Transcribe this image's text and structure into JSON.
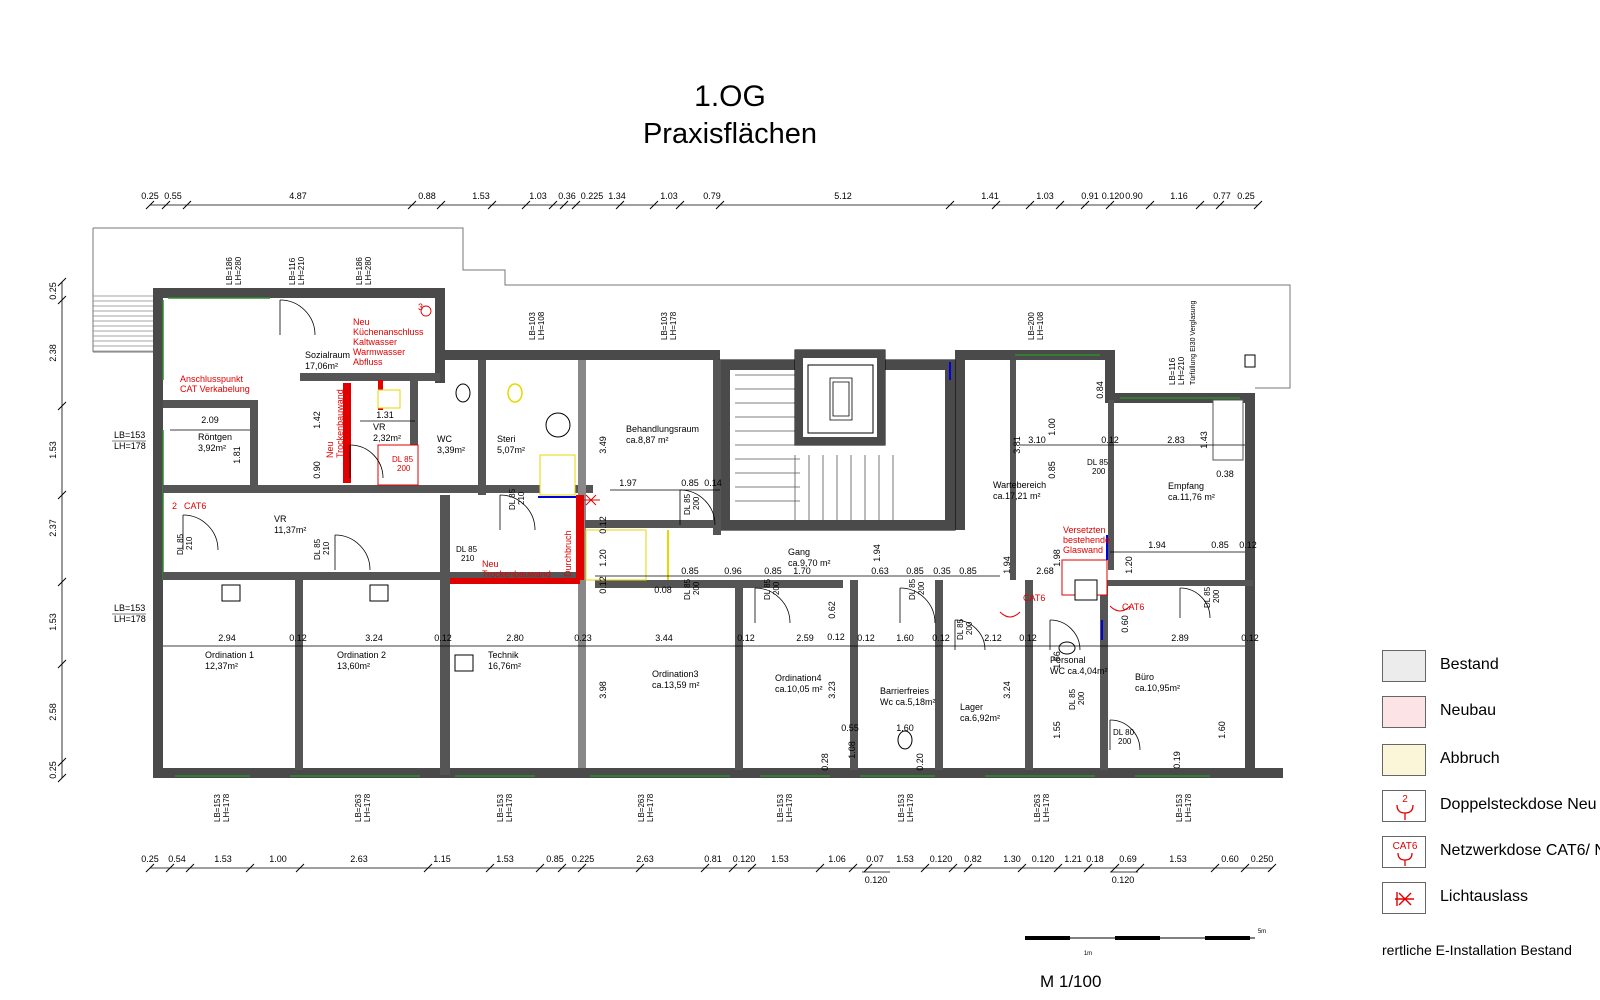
{
  "title": "1.OG",
  "subtitle": "Praxisflächen",
  "colors": {
    "wall": "#4a4a4a",
    "window": "#2e8b2e",
    "new": "#e00000",
    "demolition": "#e6d800",
    "highlight": "#0000e0",
    "bestand": "#ececec",
    "neubau": "#fbe3e6",
    "abbruch": "#fbf6d8"
  },
  "top_dimensions": [
    "0.25",
    "0.55",
    "4.87",
    "0.88",
    "1.53",
    "1.03",
    "0.36",
    "0.225",
    "1.34",
    "1.03",
    "0.79",
    "5.12",
    "1.41",
    "1.03",
    "0.91",
    "0.120",
    "0.90",
    "1.16",
    "0.77",
    "0.25"
  ],
  "bottom_dimensions": [
    "0.25",
    "0.54",
    "1.53",
    "1.00",
    "2.63",
    "1.15",
    "1.53",
    "0.85",
    "0.225",
    "2.63",
    "0.81",
    "0.120",
    "1.53",
    "1.06",
    "0.07",
    "1.53",
    "0.120",
    "0.82",
    "1.30",
    "0.120",
    "1.21",
    "0.18",
    "0.69",
    "1.53",
    "0.60",
    "0.250"
  ],
  "bottom_subdims": [
    "0.120",
    "0.120"
  ],
  "left_dimensions": [
    "0.25",
    "2.38",
    "1.53",
    "2.37",
    "1.53",
    "2.58",
    "0.25"
  ],
  "left_labels": [
    {
      "lb": "LB=153",
      "lh": "LH=178"
    },
    {
      "lb": "LB=153",
      "lh": "LH=178"
    }
  ],
  "rooms": [
    {
      "name": "Sozialraum",
      "area": "17,06m²"
    },
    {
      "name": "Röntgen",
      "area": "3,92m²"
    },
    {
      "name": "VR",
      "area": "2,32m²"
    },
    {
      "name": "WC",
      "area": "3,39m²"
    },
    {
      "name": "Steri",
      "area": "5,07m²"
    },
    {
      "name": "Behandlungsraum",
      "area": "ca.8,87 m²"
    },
    {
      "name": "VR",
      "area": "11,37m²"
    },
    {
      "name": "Gang",
      "area": "ca.9,70 m²"
    },
    {
      "name": "Wartebereich",
      "area": "ca.17,21 m²"
    },
    {
      "name": "Empfang",
      "area": "ca.11,76 m²"
    },
    {
      "name": "Ordination 1",
      "area": "12,37m²"
    },
    {
      "name": "Ordination 2",
      "area": "13,60m²"
    },
    {
      "name": "Technik",
      "area": "16,76m²"
    },
    {
      "name": "Ordination3",
      "area": "ca.13,59 m²"
    },
    {
      "name": "Ordination4",
      "area": "ca.10,05 m²"
    },
    {
      "name": "Barrierfreies",
      "area": "Wc ca.5,18m²"
    },
    {
      "name": "Lager",
      "area": "ca.6,92m²"
    },
    {
      "name": "Personal",
      "area": "WC ca.4,04m²"
    },
    {
      "name": "Büro",
      "area": "ca.10,95m²"
    }
  ],
  "annotations": {
    "kitchen": [
      "Neu",
      "Küchenanschluss",
      "Kaltwasser",
      "Warmwasser",
      "Abfluss"
    ],
    "cat": [
      "Anschlusspunkt",
      "CAT Verkabelung"
    ],
    "drywall1": [
      "Neu",
      "Trockenbauwand"
    ],
    "drywall2": [
      "Neu",
      "Trockenbauwand"
    ],
    "durchbruch": "Durchbruch",
    "glass": [
      "Versetzten",
      "bestehende",
      "Glaswand"
    ],
    "cat6_a": "CAT6",
    "cat6_b": "CAT6",
    "cat6_c": "CAT6",
    "socket_num": "2"
  },
  "inner_dimensions": [
    "2.09",
    "1.31",
    "1.42",
    "0.90",
    "1.81",
    "3.49",
    "1.97",
    "0.85",
    "0.14",
    "0.12",
    "1.20",
    "0.12",
    "0.85",
    "0.96",
    "0.85",
    "1.70",
    "1.94",
    "0.63",
    "0.85",
    "0.35",
    "0.85",
    "3.81",
    "3.10",
    "0.12",
    "2.83",
    "1.43",
    "0.84",
    "1.00",
    "0.85",
    "1.94",
    "2.68",
    "1.98",
    "1.20",
    "1.94",
    "0.85",
    "0.12",
    "0.38",
    "2.94",
    "0.12",
    "3.24",
    "0.12",
    "2.80",
    "0.23",
    "3.44",
    "0.12",
    "2.59",
    "0.12",
    "1.60",
    "0.12",
    "2.12",
    "0.12",
    "2.89",
    "0.12",
    "3.98",
    "3.23",
    "3.24",
    "1.56",
    "1.55",
    "1.60",
    "0.55",
    "1.08",
    "1.60",
    "0.28",
    "0.20",
    "0.08",
    "0.62",
    "0.12",
    "0.60",
    "0.19"
  ],
  "door_labels": [
    "DL 85",
    "210",
    "DL 85",
    "210",
    "DL 85",
    "210",
    "DL 85",
    "210",
    "DL 85",
    "200",
    "DL 85",
    "200",
    "DL 85",
    "200",
    "DL 85",
    "200",
    "DL 85",
    "200",
    "DL 85",
    "200",
    "DL 85",
    "200",
    "DL 80",
    "200",
    "DL 85",
    "200"
  ],
  "window_labels": [
    {
      "lb": "LB=186",
      "lh": "LH=280"
    },
    {
      "lb": "LB=116",
      "lh": "LH=210"
    },
    {
      "lb": "LB=186",
      "lh": "LH=280"
    },
    {
      "lb": "LB=103",
      "lh": "LH=108"
    },
    {
      "lb": "LB=103",
      "lh": "LH=178"
    },
    {
      "lb": "LB=200",
      "lh": "LH=108"
    },
    {
      "lb": "LB=116",
      "lh": "LH=210"
    },
    {
      "lb": "LB=153",
      "lh": "LH=178"
    },
    {
      "lb": "LB=263",
      "lh": "LH=178"
    },
    {
      "lb": "LB=153",
      "lh": "LH=178"
    },
    {
      "lb": "LB=263",
      "lh": "LH=178"
    },
    {
      "lb": "LB=153",
      "lh": "LH=178"
    },
    {
      "lb": "LB=153",
      "lh": "LH=178"
    },
    {
      "lb": "LB=263",
      "lh": "LH=178"
    },
    {
      "lb": "LB=153",
      "lh": "LH=178"
    }
  ],
  "door_note": "Türfüllung EI30 Verglasung",
  "legend": [
    {
      "label": "Bestand",
      "kind": "fill",
      "color": "#ececec"
    },
    {
      "label": "Neubau",
      "kind": "fill",
      "color": "#fbe3e6"
    },
    {
      "label": "Abbruch",
      "kind": "fill",
      "color": "#fbf6d8"
    },
    {
      "label": "Doppelsteckdose Neu",
      "kind": "socket",
      "symbol": "2"
    },
    {
      "label": "Netzwerkdose CAT6/ N",
      "kind": "network",
      "symbol": "CAT6"
    },
    {
      "label": "Lichtauslass",
      "kind": "light",
      "symbol": ""
    }
  ],
  "legend_note": "rertliche E-Installation Bestand",
  "scale": "M 1/100",
  "scale_mark": "1m",
  "scale_end": "5m"
}
